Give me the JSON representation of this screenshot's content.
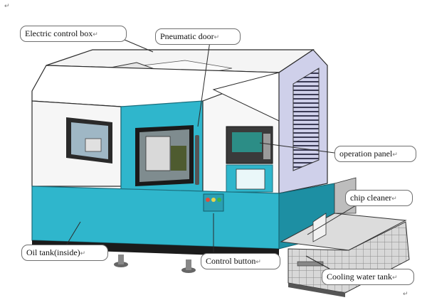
{
  "labels": {
    "electric_control_box": "Electric control box",
    "pneumatic_door": "Pneumatic door",
    "operation_panel": "operation panel",
    "chip_cleaner": "chip cleaner",
    "oil_tank": "Oil tank(inside)",
    "control_button": "Control button",
    "cooling_water_tank": "Cooling water tank"
  },
  "paragraph_mark": "↵",
  "colors": {
    "machine_blue": "#2fb6cc",
    "machine_blue_dark": "#1d8fa3",
    "machine_white": "#f3f3f3",
    "panel_lavender": "#cfd0ea",
    "outline": "#2b2b2b",
    "screen": "#2c8d86"
  }
}
